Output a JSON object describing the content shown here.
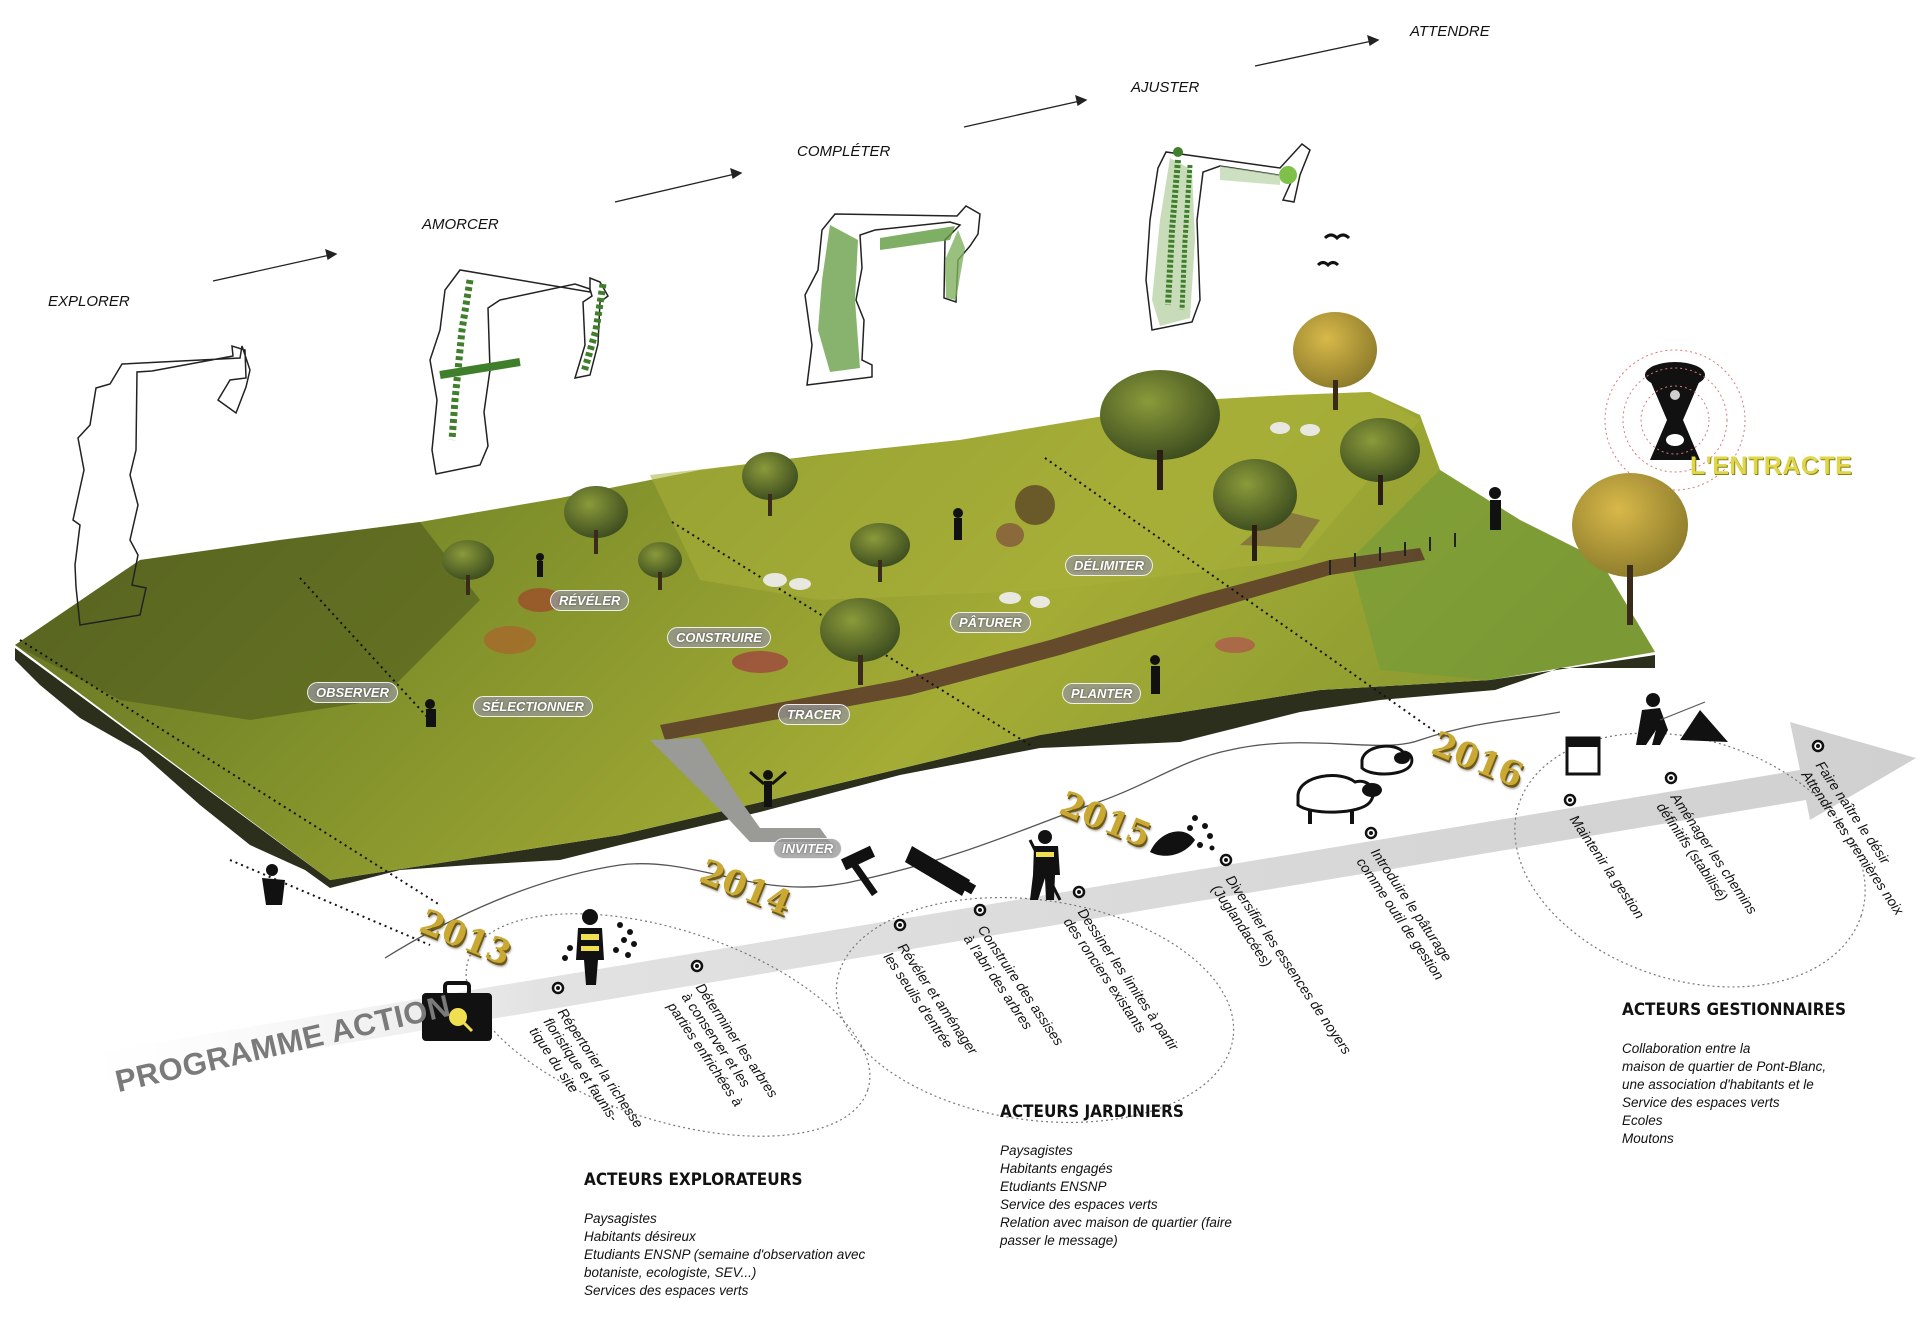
{
  "stages": [
    {
      "id": "explorer",
      "label": "EXPLORER"
    },
    {
      "id": "amorcer",
      "label": "AMORCER"
    },
    {
      "id": "completer",
      "label": "COMPLÉTER"
    },
    {
      "id": "ajuster",
      "label": "AJUSTER"
    },
    {
      "id": "attendre",
      "label": "ATTENDRE"
    }
  ],
  "verbs": [
    {
      "id": "observer",
      "label": "OBSERVER"
    },
    {
      "id": "selectionner",
      "label": "SÉLECTIONNER"
    },
    {
      "id": "reveler",
      "label": "RÉVÉLER"
    },
    {
      "id": "construire",
      "label": "CONSTRUIRE"
    },
    {
      "id": "tracer",
      "label": "TRACER"
    },
    {
      "id": "inviter",
      "label": "INVITER"
    },
    {
      "id": "paturer",
      "label": "PÂTURER"
    },
    {
      "id": "delimiter",
      "label": "DÉLIMITER"
    },
    {
      "id": "planter",
      "label": "PLANTER"
    }
  ],
  "years": [
    "2013",
    "2014",
    "2015",
    "2016"
  ],
  "entracte": "L'ENTRACTE",
  "programme_title": "PROGRAMME ACTION",
  "actions": [
    {
      "id": "repertorier",
      "lines": [
        "Répertorier la richesse",
        "floristique et faunis-",
        "tique du site"
      ]
    },
    {
      "id": "determiner",
      "lines": [
        "Déterminer les arbres",
        "à conserver et les",
        "parties enfrichées à"
      ]
    },
    {
      "id": "reveler-seuils",
      "lines": [
        "Révéler et aménager",
        "les seuils d'entrée"
      ]
    },
    {
      "id": "construire-assises",
      "lines": [
        "Construire des assises",
        "à l'abri des arbres"
      ]
    },
    {
      "id": "dessiner-limites",
      "lines": [
        "Dessiner les limites à partir",
        "des ronciers existants"
      ]
    },
    {
      "id": "diversifier",
      "lines": [
        "Diversifier les essences de noyers",
        "(Juglandacées)"
      ]
    },
    {
      "id": "introduire",
      "lines": [
        "Introduire le pâturage",
        "comme outil de gestion"
      ]
    },
    {
      "id": "maintenir",
      "lines": [
        "Maintenir la gestion"
      ]
    },
    {
      "id": "amenager-chemins",
      "lines": [
        "Aménager les chemins",
        "définitifs (stabilisé)"
      ]
    },
    {
      "id": "faire-naitre",
      "lines": [
        "Faire naître le désir",
        "Attendre les premières noix"
      ]
    }
  ],
  "actors": {
    "explorateurs": {
      "title": "ACTEURS  EXPLORATEURS",
      "items": [
        "Paysagistes",
        "Habitants désireux",
        "Etudiants ENSNP (semaine d'observation avec",
        "botaniste, ecologiste, SEV...)",
        "Services des espaces verts"
      ]
    },
    "jardiniers": {
      "title": "ACTEURS  JARDINIERS",
      "items": [
        "Paysagistes",
        "Habitants engagés",
        "Etudiants ENSNP",
        "Service des espaces verts",
        "Relation avec maison de quartier (faire",
        "passer le message)"
      ]
    },
    "gestionnaires": {
      "title": "ACTEURS GESTIONNAIRES",
      "items": [
        "Collaboration entre la",
        "maison de quartier de Pont-Blanc,",
        "une association d'habitants et le",
        "Service des espaces verts",
        "Ecoles",
        "Moutons"
      ]
    }
  },
  "colors": {
    "meadow": "#7f8f2a",
    "meadow_light": "#b6bd3c",
    "path": "#5a3a2a",
    "timeline": "#d9d9d9",
    "plan_green": "#3f7f2b",
    "year_gold": "#c9a934",
    "entracte_yellow": "#e0d64a"
  }
}
